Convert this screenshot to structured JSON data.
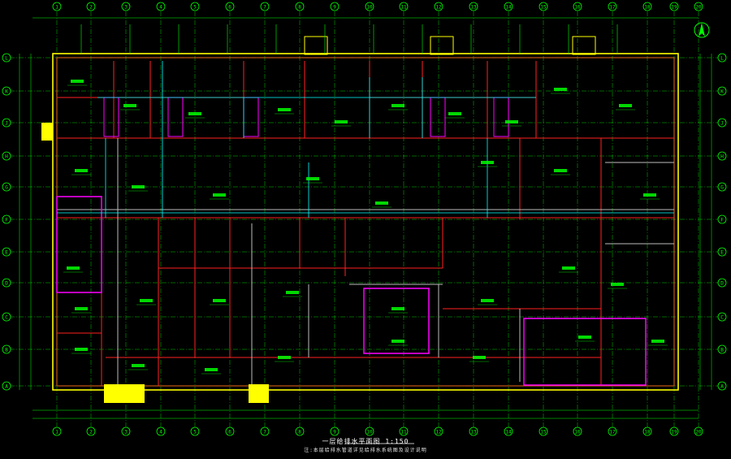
{
  "drawing": {
    "title": "一层给排水平面图",
    "scale": "1:150",
    "note": "注:本层给排水管道详见给排水系统图及设计说明"
  },
  "column_axes": [
    "1",
    "2",
    "3",
    "4",
    "5",
    "6",
    "7",
    "8",
    "9",
    "10",
    "11",
    "12",
    "13",
    "14",
    "15",
    "16",
    "17",
    "18",
    "19",
    "20"
  ],
  "row_axes": [
    "A",
    "B",
    "C",
    "D",
    "E",
    "F",
    "G",
    "H",
    "J",
    "K",
    "L"
  ],
  "colors": {
    "background": "#000000",
    "grid": "#00ff00",
    "walls": "#ffff00",
    "partitions_red": "#ff2020",
    "partitions_magenta": "#ff00ff",
    "pipes": "#00ffff",
    "text": "#00ff00",
    "highlight": "#ffff00"
  },
  "icons": {
    "north_arrow": "north-arrow-icon"
  }
}
